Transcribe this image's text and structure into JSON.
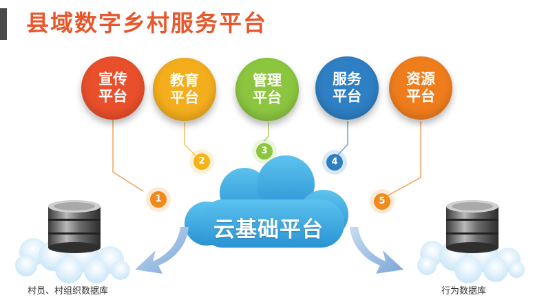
{
  "title": "县域数字乡村服务平台",
  "platforms": [
    {
      "line1": "宣传",
      "line2": "平台",
      "color": "#e94f2a"
    },
    {
      "line1": "教育",
      "line2": "平台",
      "color": "#f4ad1c"
    },
    {
      "line1": "管理",
      "line2": "平台",
      "color": "#8cc63f"
    },
    {
      "line1": "服务",
      "line2": "平台",
      "color": "#2e7fc4"
    },
    {
      "line1": "资源",
      "line2": "平台",
      "color": "#f07d1c"
    }
  ],
  "badges": [
    {
      "num": "1",
      "color": "#f18a1c"
    },
    {
      "num": "2",
      "color": "#f4b41c"
    },
    {
      "num": "3",
      "color": "#8cc63f"
    },
    {
      "num": "4",
      "color": "#2e7fc4"
    },
    {
      "num": "5",
      "color": "#f18a1c"
    }
  ],
  "cloud": {
    "label": "云基础平台",
    "color": "#35a8e0"
  },
  "databases": {
    "left_caption": "村员、村组织数据库",
    "right_caption": "行为数据库"
  }
}
